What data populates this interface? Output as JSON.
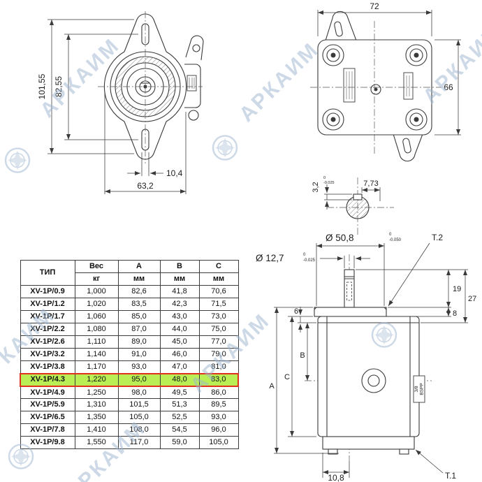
{
  "watermark": {
    "text": "АРКАИМ"
  },
  "colors": {
    "line": "#3a3a3a",
    "highlight_fill": "#b9ef55",
    "highlight_border": "#e0301e",
    "watermark": "#9db4cf"
  },
  "front_view": {
    "dim_overall_height": "101,55",
    "dim_slot_span": "82,55",
    "dim_slot_width": "10,4",
    "dim_width": "63,2"
  },
  "back_view": {
    "dim_width": "72",
    "dim_height": "66"
  },
  "shaft_section": {
    "dim_key_height": "3,2",
    "key_tol_upper": "0",
    "key_tol_lower": "-0.025",
    "dim_key_width": "7,73"
  },
  "side_view": {
    "dim_spigot_dia": "Ø 50,8",
    "spigot_tol_upper": "0",
    "spigot_tol_lower": "-0.050",
    "dim_shaft_dia": "Ø 12,7",
    "shaft_tol_upper": "0",
    "shaft_tol_lower": "-0.025",
    "dim_shaft_protrusion": "19",
    "dim_shaft_to_body": "27",
    "dim_spigot_depth": "8",
    "dim_flange_thickness": "6",
    "dim_b": "B",
    "dim_c": "C",
    "dim_a": "A",
    "dim_port_offset": "10,8",
    "port_size_line1": "3/8",
    "port_size_line2": "BSPP",
    "label_t1": "Т.1",
    "label_t2": "Т.2"
  },
  "table": {
    "headers": {
      "type": "ТИП",
      "weight": "Вес",
      "a": "А",
      "b": "В",
      "c": "С"
    },
    "units": {
      "weight": "кг",
      "a": "мм",
      "b": "мм",
      "c": "мм"
    },
    "rows": [
      [
        "XV-1P/0.9",
        "1,000",
        "82,6",
        "41,8",
        "70,6"
      ],
      [
        "XV-1P/1.2",
        "1,020",
        "83,5",
        "42,3",
        "71,5"
      ],
      [
        "XV-1P/1.7",
        "1,060",
        "85,0",
        "43,0",
        "73,0"
      ],
      [
        "XV-1P/2.2",
        "1,080",
        "87,0",
        "44,0",
        "75,0"
      ],
      [
        "XV-1P/2.6",
        "1,110",
        "89,0",
        "45,0",
        "77,0"
      ],
      [
        "XV-1P/3.2",
        "1,140",
        "91,0",
        "46,0",
        "79,0"
      ],
      [
        "XV-1P/3.8",
        "1,170",
        "93,0",
        "47,0",
        "81,0"
      ],
      [
        "XV-1P/4.3",
        "1,220",
        "95,0",
        "48,0",
        "83,0"
      ],
      [
        "XV-1P/4.9",
        "1,250",
        "98,0",
        "49,5",
        "86,0"
      ],
      [
        "XV-1P/5.9",
        "1,310",
        "101,5",
        "51,3",
        "89,5"
      ],
      [
        "XV-1P/6.5",
        "1,350",
        "105,0",
        "52,5",
        "93,0"
      ],
      [
        "XV-1P/7.8",
        "1,410",
        "108,0",
        "54,5",
        "96,0"
      ],
      [
        "XV-1P/9.8",
        "1,550",
        "117,0",
        "59,0",
        "105,0"
      ]
    ],
    "highlighted_row_index": 7
  }
}
